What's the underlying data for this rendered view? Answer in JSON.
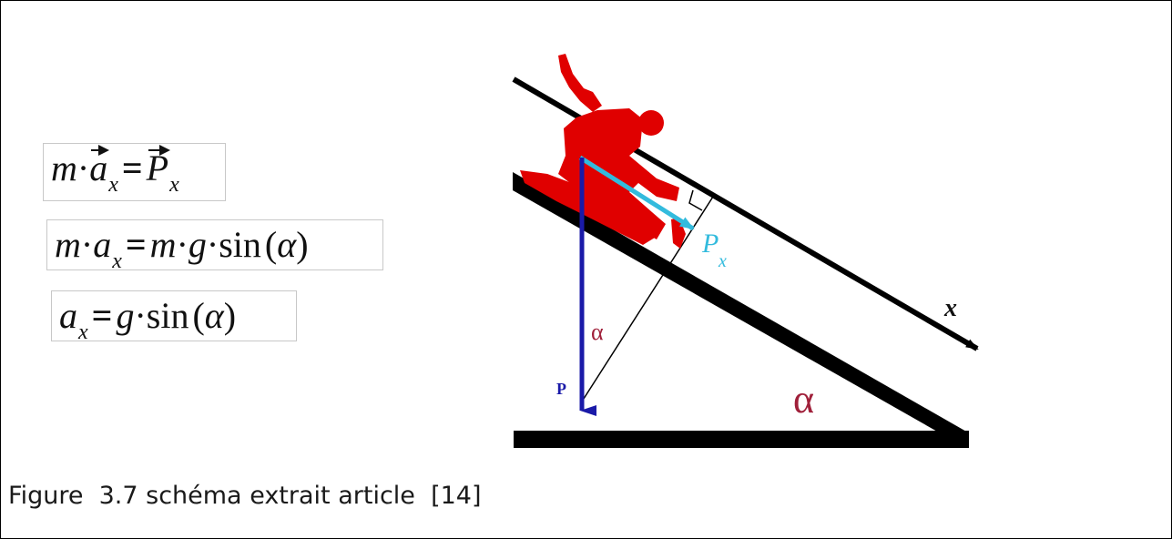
{
  "equations": {
    "eq1": {
      "lhs_m": "m",
      "dot": "·",
      "lhs_a": "a",
      "lhs_sub": "x",
      "equals": "=",
      "rhs_P": "P",
      "rhs_sub": "x"
    },
    "eq2": {
      "m": "m",
      "dot": "·",
      "a": "a",
      "a_sub": "x",
      "equals": "=",
      "m2": "m",
      "g": "g",
      "sin": "sin",
      "open": "(",
      "alpha": "α",
      "close": ")"
    },
    "eq3": {
      "a": "a",
      "a_sub": "x",
      "equals": "=",
      "g": "g",
      "dot": "·",
      "sin": "sin",
      "open": "(",
      "alpha": "α",
      "close": ")"
    }
  },
  "diagram": {
    "px_label": "P",
    "px_sub": "x",
    "x_axis_label": "x",
    "weight_label": "P",
    "alpha_inner": "α",
    "alpha_slope": "α",
    "colors": {
      "skier": "#e00000",
      "weight_vector": "#1a1aa8",
      "px_vector": "#33bbdd",
      "alpha_label": "#a0203a",
      "slope": "#000000"
    }
  },
  "caption": "Figure  3.7 schéma extrait article  [14]"
}
